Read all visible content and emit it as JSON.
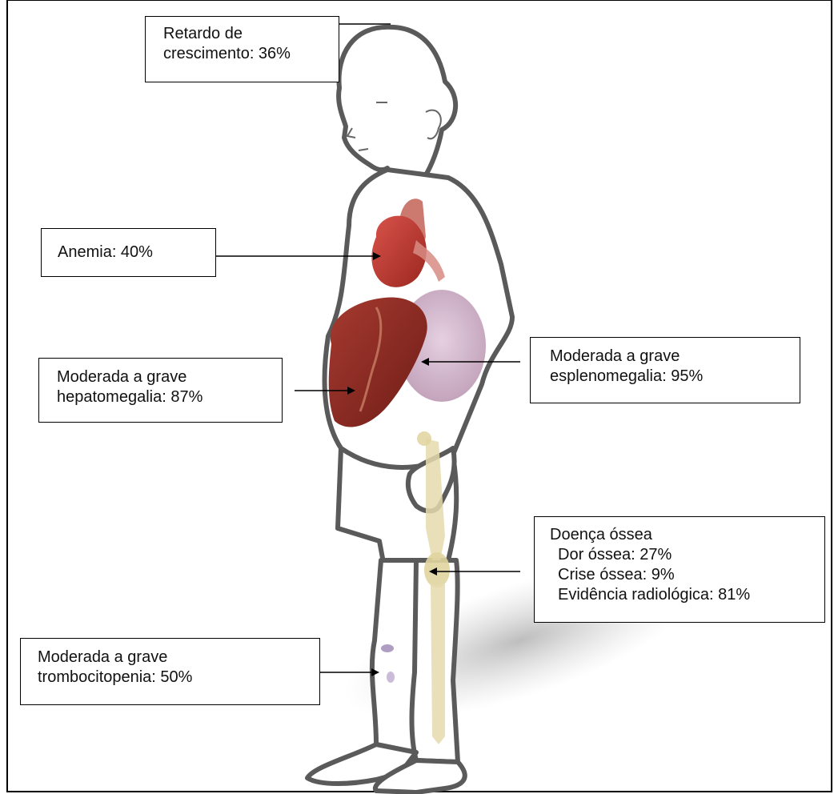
{
  "labels": {
    "growth": [
      "Retardo de",
      "crescimento: 36%"
    ],
    "anemia": [
      "Anemia: 40%"
    ],
    "hepatomegaly": [
      "Moderada a grave",
      "hepatomegalia: 87%"
    ],
    "splenomegaly": [
      "Moderada a grave",
      "esplenomegalia: 95%"
    ],
    "bone": {
      "title": "Doença óssea",
      "items": [
        "Dor óssea: 27%",
        "Crise óssea: 9%",
        "Evidência radiológica: 81%"
      ]
    },
    "thrombocytopenia": [
      "Moderada a grave",
      "trombocitopenia: 50%"
    ]
  },
  "colors": {
    "heart": "#b8332c",
    "liver": "#8e2a22",
    "spleen": "#c9a9c3",
    "bone": "#e6dcae",
    "outline": "#555555"
  }
}
